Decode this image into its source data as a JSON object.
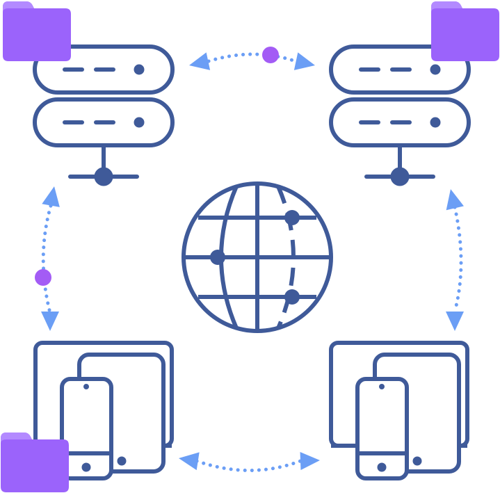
{
  "colors": {
    "stroke": "#3f5a99",
    "folder": "#9b63fb",
    "folder_tab": "#b38aff",
    "arrow": "#6b9ef5",
    "link_node": "#a35cf5",
    "background": "#ffffff"
  },
  "nodes": [
    {
      "name": "server-top-left",
      "icon": "server-icon",
      "has_folder": true
    },
    {
      "name": "server-top-right",
      "icon": "server-icon",
      "has_folder": true
    },
    {
      "name": "devices-bottom-left",
      "icon": "devices-icon",
      "has_folder": true
    },
    {
      "name": "devices-bottom-right",
      "icon": "devices-icon",
      "has_folder": false
    }
  ],
  "center": {
    "icon": "globe-icon"
  },
  "links": [
    {
      "name": "link-top",
      "from": "server-top-left",
      "to": "server-top-right",
      "bidirectional": true,
      "has_midpoint": true
    },
    {
      "name": "link-left",
      "from": "server-top-left",
      "to": "devices-bottom-left",
      "bidirectional": true,
      "has_midpoint": true
    },
    {
      "name": "link-right",
      "from": "server-top-right",
      "to": "devices-bottom-right",
      "bidirectional": true,
      "has_midpoint": false
    },
    {
      "name": "link-bottom",
      "from": "devices-bottom-left",
      "to": "devices-bottom-right",
      "bidirectional": true,
      "has_midpoint": false
    }
  ]
}
